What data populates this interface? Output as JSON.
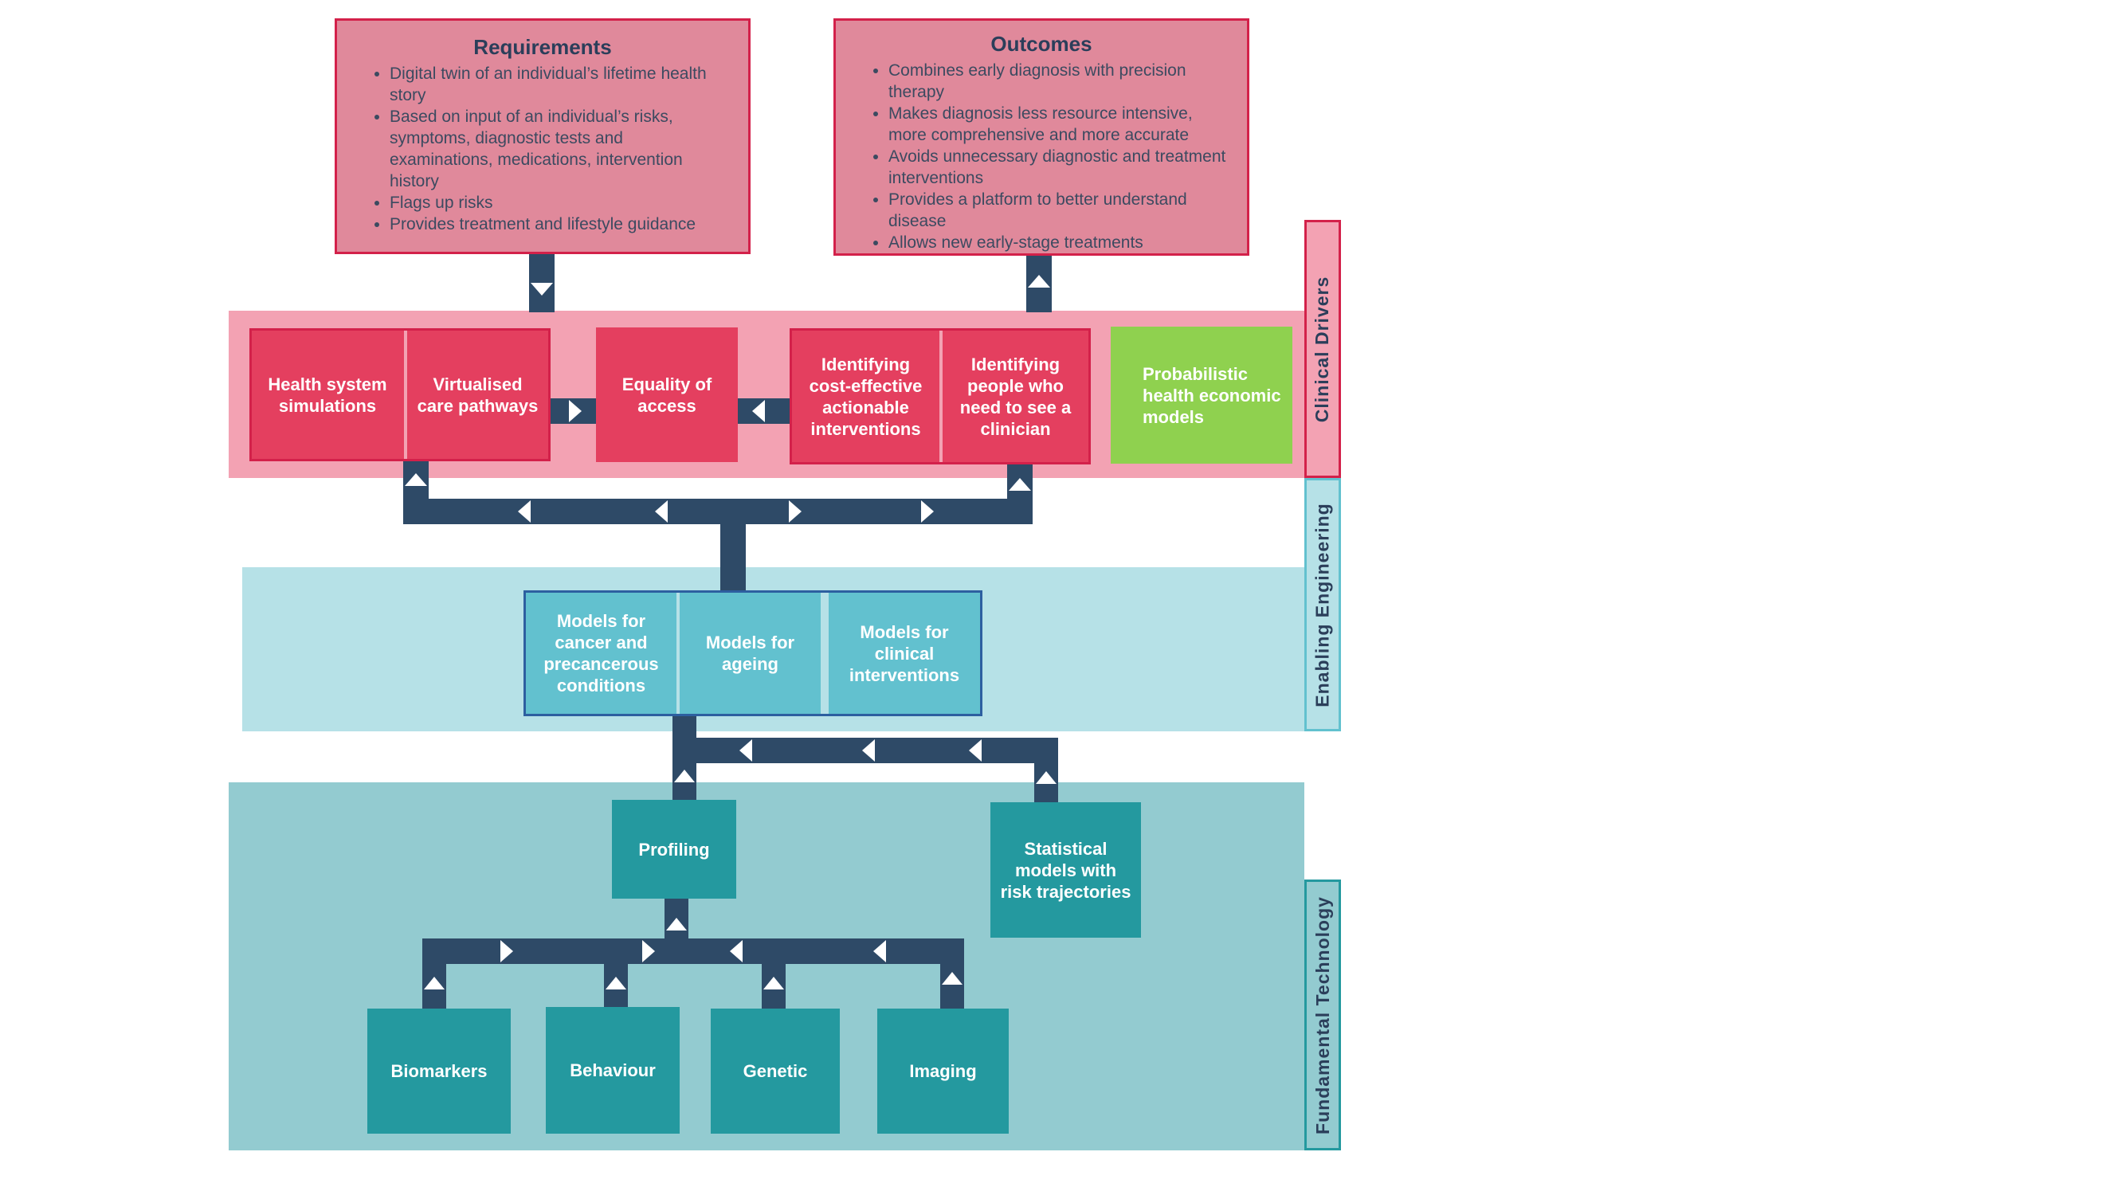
{
  "requirements": {
    "title": "Requirements",
    "items": [
      "Digital twin of an individual’s lifetime health story",
      "Based on input of an individual’s risks, symptoms, diagnostic tests and examinations, medications, intervention history",
      "Flags up risks",
      "Provides treatment and lifestyle guidance"
    ]
  },
  "outcomes": {
    "title": "Outcomes",
    "items": [
      "Combines early diagnosis with precision therapy",
      "Makes diagnosis less resource intensive, more comprehensive and more accurate",
      "Avoids unnecessary diagnostic and treatment interventions",
      "Provides a platform to better understand disease",
      "Allows new early-stage treatments"
    ]
  },
  "clinical_drivers": {
    "label": "Clinical Drivers",
    "health_system_simulations": "Health system simulations",
    "virtualised_care_pathways": "Virtualised care pathways",
    "equality_of_access": "Equality of access",
    "identifying_cost_effective": "Identifying cost-effective actionable interventions",
    "identifying_people": "Identifying people who need to see a clinician",
    "probabilistic_models": "Probabilistic health economic models"
  },
  "enabling_engineering": {
    "label": "Enabling Engineering",
    "models_cancer": "Models for cancer and precancerous conditions",
    "models_ageing": "Models for ageing",
    "models_clinical": "Models for clinical interventions"
  },
  "fundamental_technology": {
    "label": "Fundamental Technology",
    "profiling": "Profiling",
    "statistical_models": "Statistical models with risk trajectories",
    "biomarkers": "Biomarkers",
    "behaviour": "Behaviour",
    "genetic": "Genetic",
    "imaging": "Imaging"
  },
  "colors": {
    "clinical_band": "#f3a2b3",
    "clinical_box": "#e43f5f",
    "clinical_border": "#d3214a",
    "green_box": "#8fd14f",
    "engineering_band": "#b6e1e7",
    "engineering_box": "#62c1cf",
    "engineering_border": "#2d5fa0",
    "technology_band": "#93cbd0",
    "technology_box": "#24999f",
    "connector": "#2e4a67",
    "arrow": "#ffffff"
  }
}
